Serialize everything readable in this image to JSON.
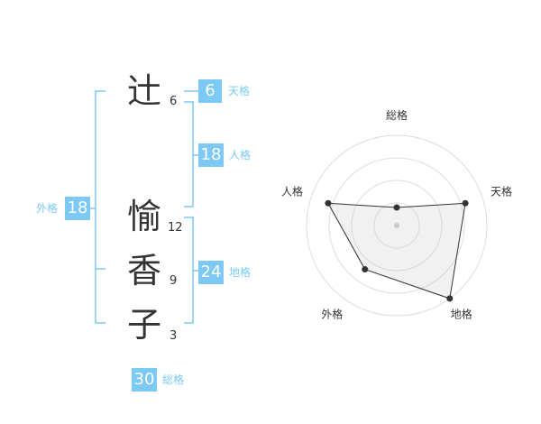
{
  "surname": [
    {
      "char": "辻",
      "strokes": "6"
    }
  ],
  "given": [
    {
      "char": "愉",
      "strokes": "12"
    },
    {
      "char": "香",
      "strokes": "9"
    },
    {
      "char": "子",
      "strokes": "3"
    }
  ],
  "fortunes": {
    "tenkaku": {
      "value": "6",
      "label": "天格"
    },
    "jinkaku": {
      "value": "18",
      "label": "人格"
    },
    "chikaku": {
      "value": "24",
      "label": "地格"
    },
    "gaikaku": {
      "value": "18",
      "label": "外格"
    },
    "soukaku": {
      "value": "30",
      "label": "総格"
    }
  },
  "colors": {
    "accent": "#7cc9f5",
    "text": "#333333"
  },
  "chart_data": {
    "type": "radar",
    "categories": [
      "総格",
      "天格",
      "地格",
      "外格",
      "人格"
    ],
    "values": [
      1,
      4,
      5,
      3,
      4
    ],
    "rmax": 5,
    "rings": 4
  }
}
